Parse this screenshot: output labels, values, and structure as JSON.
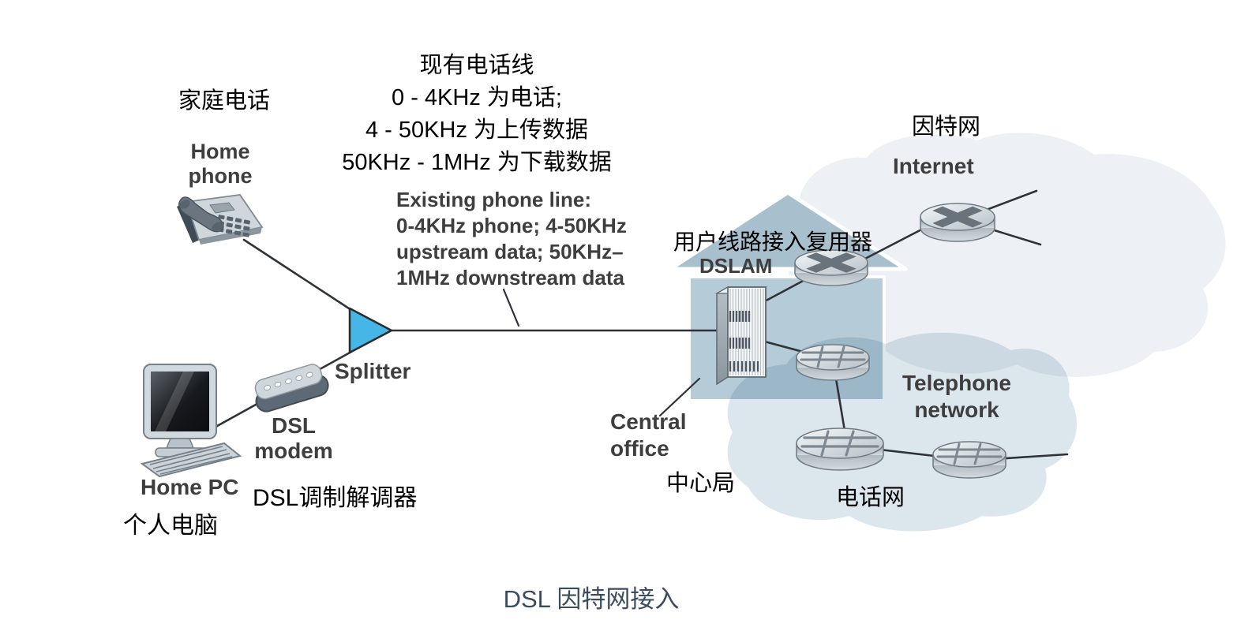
{
  "diagram": {
    "home_phone": {
      "zh": "家庭电话",
      "en": "Home\nphone"
    },
    "phone_note": {
      "zh": "现有电话线\n0 - 4KHz 为电话;\n4 - 50KHz 为上传数据\n50KHz - 1MHz 为下载数据",
      "en": "Existing phone line:\n0-4KHz phone; 4-50KHz\nupstream data; 50KHz–\n1MHz downstream data"
    },
    "splitter": {
      "en": "Splitter"
    },
    "dsl_modem": {
      "en": "DSL\nmodem",
      "zh": "DSL调制解调器"
    },
    "home_pc": {
      "en": "Home PC",
      "zh": "个人电脑"
    },
    "dslam": {
      "zh": "用户线路接入复用器",
      "en": "DSLAM"
    },
    "central_office": {
      "en": "Central\noffice",
      "zh": "中心局"
    },
    "internet": {
      "zh": "因特网",
      "en": "Internet"
    },
    "telephone_network": {
      "en": "Telephone\nnetwork",
      "zh": "电话网"
    },
    "caption": "DSL 因特网接入"
  },
  "colors": {
    "splitter_blue": "#45b6e6",
    "house_body": "#b5cbd8",
    "house_roof": "#a8c0cd",
    "internet_cloud": "#edf1f5",
    "telephone_cloud": "#dce6ed",
    "line": "#2f3338",
    "label_gray": "#3e3e3e",
    "caption_color": "#3c4c60"
  },
  "icons": {
    "home_phone_icon": "desk telephone",
    "home_pc_icon": "desktop computer with keyboard",
    "dsl_modem_icon": "modem box with led dots",
    "splitter_icon": "blue triangle splitter",
    "dslam_rack_icon": "equipment rack with vertical slots",
    "router_icon": "disc router with X rotor",
    "telephone_switch_icon": "disc switch with grid",
    "central_office_house": "house silhouette",
    "internet_cloud_icon": "cloud blob",
    "telephone_cloud_icon": "cloud blob"
  }
}
